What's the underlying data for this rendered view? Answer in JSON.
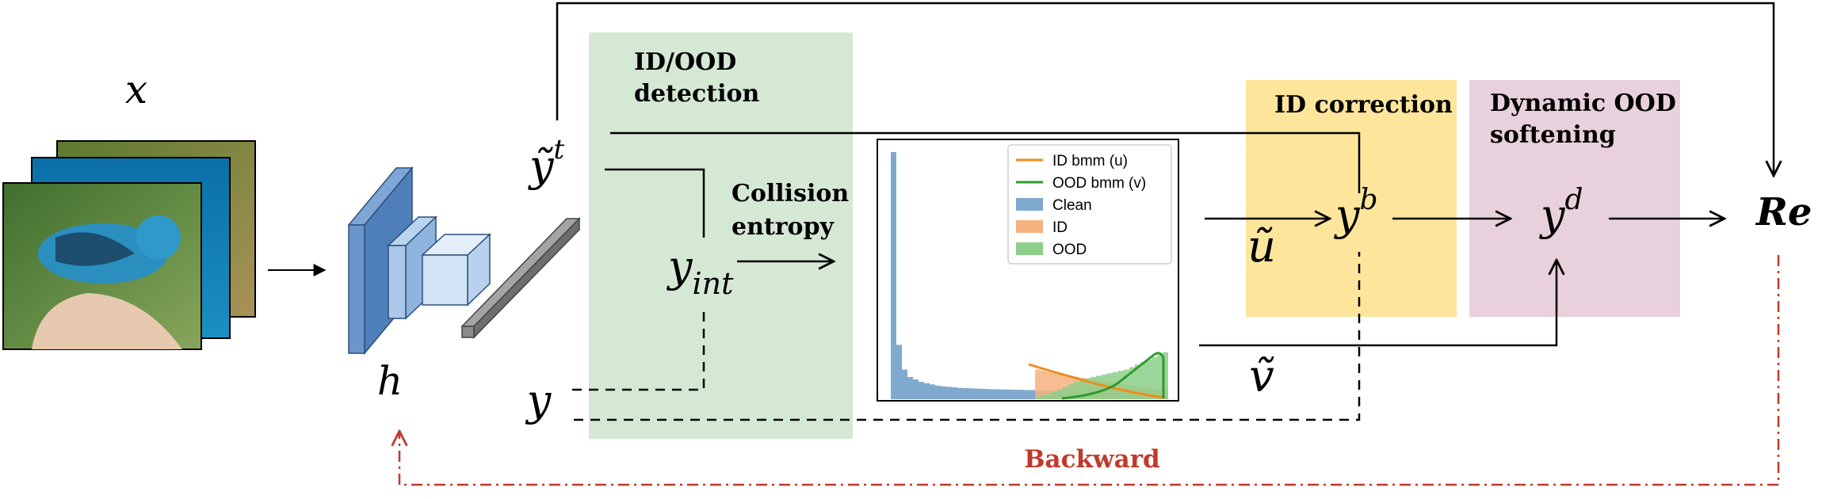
{
  "labels": {
    "x": "x",
    "h": "h",
    "y_tilde": "ỹ",
    "y_tilde_sup": "t",
    "y_int": "y",
    "y_int_sub": "int",
    "y": "y",
    "u_tilde": "ũ",
    "v_tilde": "ṽ",
    "y_b": "y",
    "y_b_sup": "b",
    "y_d": "y",
    "y_d_sup": "d",
    "re": "Re",
    "backward": "Backward"
  },
  "boxes": {
    "id_ood": {
      "line1": "ID/OOD",
      "line2": "detection",
      "color": "#d5e8d4"
    },
    "id_correction": {
      "title": "ID correction",
      "color": "#fde59b"
    },
    "dynamic_ood": {
      "line1": "Dynamic OOD",
      "line2": "softening",
      "color": "#e8d0dc"
    }
  },
  "collision": {
    "line1": "Collision",
    "line2": "entropy"
  },
  "colors": {
    "clean": "#7fa9cf",
    "id": "#f6b27f",
    "ood": "#8ccf8a",
    "id_curve": "#f08a1c",
    "ood_curve": "#2d9a2d",
    "backward": "#c0392b",
    "arrow": "#000000"
  },
  "legend": [
    {
      "label": "ID bmm (u)",
      "kind": "line",
      "color": "#f08a1c"
    },
    {
      "label": "OOD bmm (v)",
      "kind": "line",
      "color": "#2d9a2d"
    },
    {
      "label": "Clean",
      "kind": "patch",
      "color": "#7fa9cf"
    },
    {
      "label": "ID",
      "kind": "patch",
      "color": "#f6b27f"
    },
    {
      "label": "OOD",
      "kind": "patch",
      "color": "#8ccf8a"
    }
  ],
  "chart_data": {
    "type": "bar",
    "series": [
      {
        "name": "Clean",
        "values": [
          100,
          22,
          12,
          9,
          8,
          7,
          6.5,
          6,
          5.5,
          5.2,
          5,
          4.8,
          4.6,
          4.5,
          4.4,
          4.3,
          4.2,
          4.1,
          4,
          4,
          3.9,
          3.9,
          3.8,
          3.8,
          3.7,
          3.7,
          3.6,
          3.6,
          3.6,
          3.5,
          3.5,
          3.5,
          3.4,
          3.4,
          3.4,
          3.3,
          3.3,
          3.3,
          3.3,
          3.2,
          3.2,
          3.2,
          3.2,
          3.1,
          3.1,
          3.1,
          3.1,
          3,
          3,
          3
        ]
      },
      {
        "name": "ID",
        "values": [
          0,
          0,
          0,
          0,
          0,
          0,
          0,
          0,
          0,
          0,
          0,
          0,
          0,
          0,
          0,
          0,
          0,
          0,
          0,
          0,
          0,
          0,
          0,
          0,
          0,
          0,
          12,
          11.5,
          11,
          10.5,
          10,
          9.5,
          9.2,
          9,
          8.6,
          8.2,
          8,
          7.6,
          7.2,
          7,
          6.6,
          6.2,
          6,
          5.6,
          5.2,
          5,
          4.6,
          4.2,
          4,
          3.6
        ]
      },
      {
        "name": "OOD",
        "values": [
          0,
          0,
          0,
          0,
          0,
          0,
          0,
          0,
          0,
          0,
          0,
          0,
          0,
          0,
          0,
          0,
          0,
          0,
          0,
          0,
          0,
          0,
          0,
          0,
          0,
          0,
          1,
          1.5,
          2,
          3,
          4,
          5,
          6,
          7,
          8,
          8.5,
          9,
          9.5,
          10,
          10.5,
          11,
          11.5,
          12,
          13,
          14,
          15,
          16,
          17,
          18,
          19
        ]
      }
    ]
  }
}
